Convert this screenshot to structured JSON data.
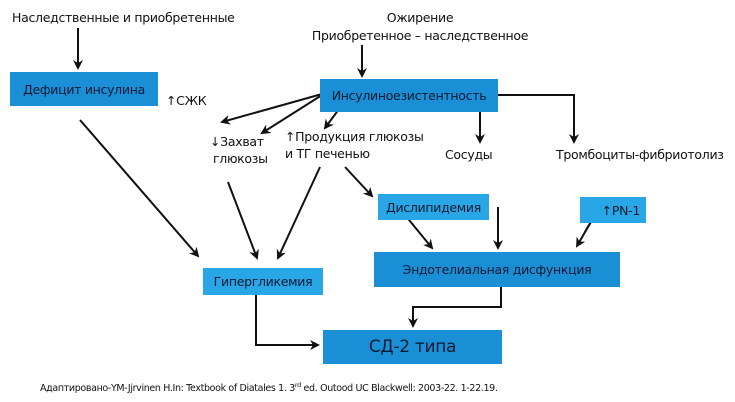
{
  "diagram": {
    "labels": {
      "hereditary_acquired": "Наследственные и приобретенные",
      "obesity": "Ожирение",
      "acquired_hereditary": "Приобретенное – наследственное",
      "ffa": "↑СЖК",
      "glucose_uptake_line1": "↓Захват",
      "glucose_uptake_line2": "глюкозы",
      "glucose_production_line1": "↑Продукция глюкозы",
      "glucose_production_line2": "и ТГ печенью",
      "vessels": "Сосуды",
      "platelets": "Тромбоциты-фибриотолиз"
    },
    "boxes": {
      "insulin_deficit": "Дефицит инсулина",
      "insulin_resistance": "Инсулиноезистентность",
      "hyperglycemia": "Гипергликемия",
      "dyslipidemia": "Дислипидемия",
      "pn1": "↑PN-1",
      "endothelial_dysfunction": "Эндотелиальная дисфункция",
      "t2dm": "СД-2 типа"
    },
    "colors": {
      "box_primary": "#1a8fd6",
      "box_light": "#29a6e6",
      "arrow": "#111111"
    }
  },
  "footnote": {
    "prefix": "Адаптировано-YM-Jjrvinen H.In: Textbook of Diatales 1. 3",
    "superscript": "rd",
    "suffix": " ed. Outood UC Blackwell: 2003-22. 1-22.19."
  }
}
